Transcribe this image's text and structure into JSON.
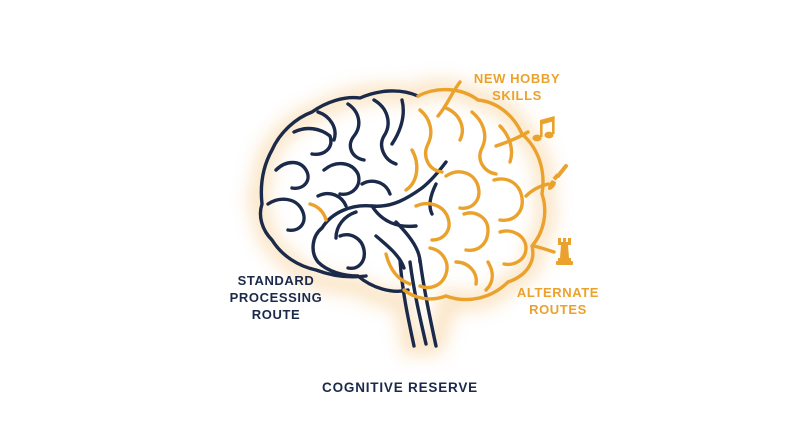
{
  "labels": {
    "hobby": [
      "NEW HOBBY",
      "SKILLS"
    ],
    "standard": [
      "STANDARD",
      "PROCESSING",
      "ROUTE"
    ],
    "alternate": [
      "ALTERNATE",
      "ROUTES"
    ],
    "title": "COGNITIVE RESERVE"
  },
  "icons": [
    "music-note-icon",
    "paintbrush-icon",
    "chess-rook-icon"
  ],
  "colors": {
    "navy": "#1b2a4a",
    "gold": "#eba22c",
    "glow": "#fbe3bf",
    "background": "#ffffff"
  }
}
